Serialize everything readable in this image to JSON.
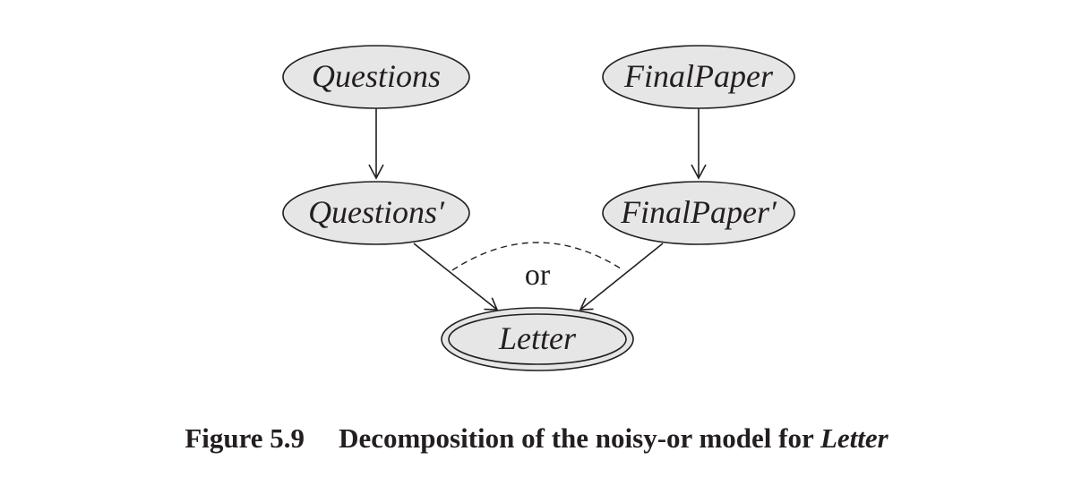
{
  "diagram": {
    "nodes": {
      "questions": "Questions",
      "final_paper": "FinalPaper",
      "questions_prime": "Questions′",
      "final_paper_prime": "FinalPaper′",
      "letter": "Letter"
    },
    "or_label": "or",
    "colors": {
      "node_fill": "#e6e6e6",
      "ink": "#231f20"
    }
  },
  "caption": {
    "figure_number": "Figure 5.9",
    "text": "Decomposition of the noisy-or model for ",
    "emphasis": "Letter"
  }
}
